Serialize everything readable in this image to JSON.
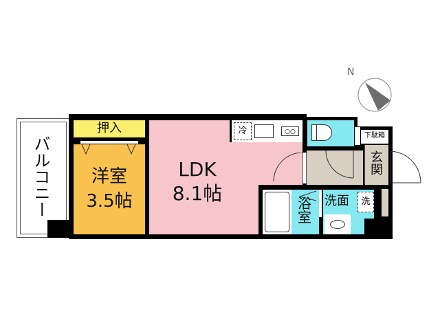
{
  "floorplan": {
    "compass": {
      "label": "N"
    },
    "rooms": {
      "balcony": {
        "label": "バルコニー",
        "color": "#ffffff"
      },
      "closet": {
        "label": "押入",
        "color": "#fbf06e"
      },
      "western_room": {
        "label": "洋室",
        "size": "3.5帖",
        "color": "#f9c14e"
      },
      "ldk": {
        "label": "LDK",
        "size": "8.1帖",
        "color": "#f6c6cc"
      },
      "fridge": {
        "label": "冷"
      },
      "toilet": {
        "color": "#86e8f0"
      },
      "hall": {
        "color": "#d6cfc2"
      },
      "shoe_box": {
        "label": "下駄箱"
      },
      "entrance": {
        "label": "玄関"
      },
      "bathroom": {
        "label": "浴室",
        "color": "#86e8f0"
      },
      "washroom": {
        "label": "洗面",
        "color": "#86e8f0"
      },
      "washer": {
        "label": "洗"
      }
    },
    "colors": {
      "wall": "#000000",
      "outline": "#222222"
    }
  }
}
